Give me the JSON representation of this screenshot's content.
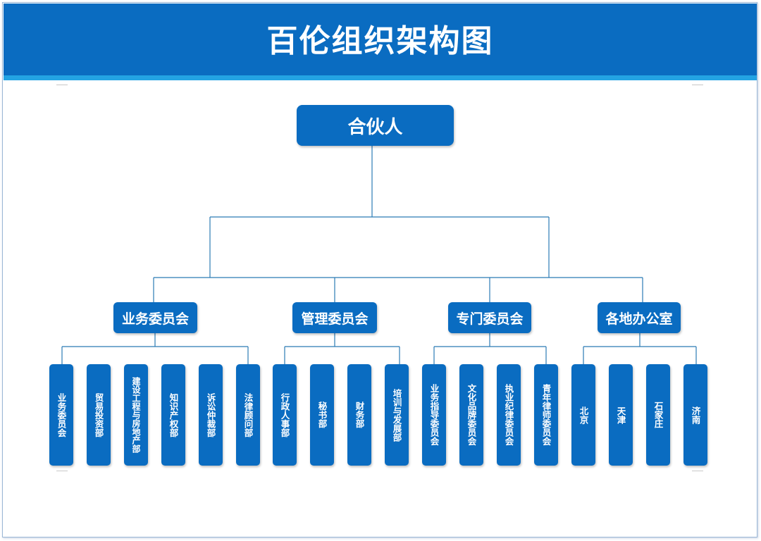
{
  "title": "百伦组织架构图",
  "root": {
    "label": "合伙人"
  },
  "groups": [
    {
      "label": "业务委员会",
      "children": [
        "业务委员会",
        "贸易投资部",
        "建设工程与房地产部",
        "知识产权部",
        "诉讼仲裁部",
        "法律顾问部"
      ]
    },
    {
      "label": "管理委员会",
      "children": [
        "行政人事部",
        "秘书部",
        "财务部",
        "培训与发展部"
      ]
    },
    {
      "label": "专门委员会",
      "children": [
        "业务指导委员会",
        "文化品牌委员会",
        "执业纪律委员会",
        "青年律师委员会"
      ]
    },
    {
      "label": "各地办公室",
      "children": [
        "北京",
        "天津",
        "石家庄",
        "济南"
      ]
    }
  ],
  "colors": {
    "node": "#0a6cc1",
    "accent": "#23a3e3",
    "line": "#2b7bb5"
  }
}
